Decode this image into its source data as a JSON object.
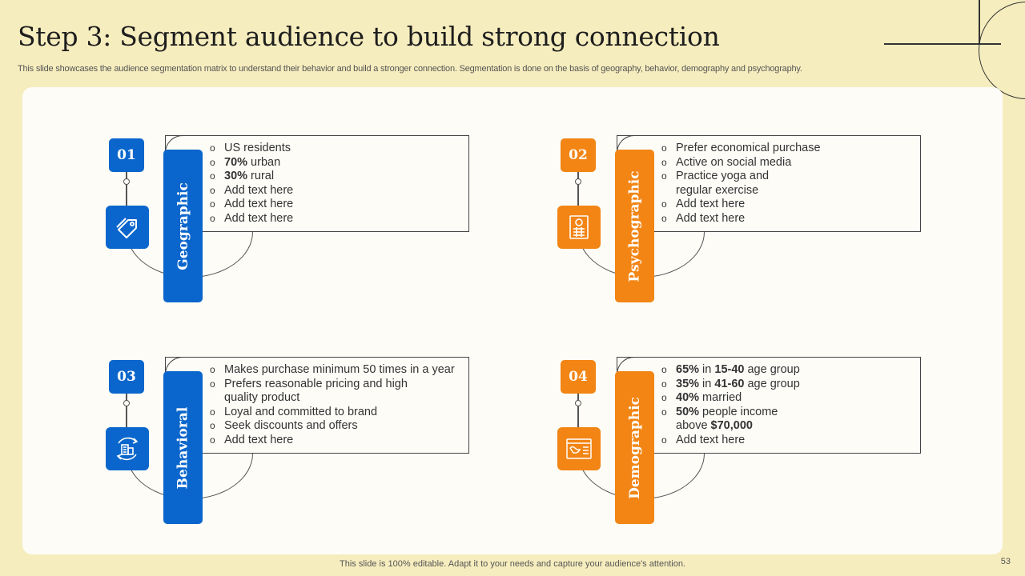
{
  "header": {
    "title": "Step 3: Segment audience to build strong connection",
    "subtitle": "This slide showcases the audience segmentation matrix to understand their behavior and build a stronger connection. Segmentation is done on the basis of geography, behavior, demography and psychography."
  },
  "segments": [
    {
      "number": "01",
      "label": "Geographic",
      "icon": "price-tag-icon",
      "color": "#0a66cc",
      "items": [
        {
          "bold": "",
          "text": "US residents"
        },
        {
          "bold": "70%",
          "text": " urban"
        },
        {
          "bold": "30%",
          "text": " rural"
        },
        {
          "bold": "",
          "text": "Add text here"
        },
        {
          "bold": "",
          "text": "Add text here"
        },
        {
          "bold": "",
          "text": "Add text here"
        }
      ]
    },
    {
      "number": "02",
      "label": "Psychographic",
      "icon": "clipboard-chart-icon",
      "color": "#f28514",
      "items": [
        {
          "text": "Prefer economical purchase"
        },
        {
          "text": "Active on social media"
        },
        {
          "text": "Practice yoga and"
        },
        {
          "text": "regular exercise",
          "cont": true
        },
        {
          "text": "Add text here"
        },
        {
          "text": "Add text here"
        }
      ]
    },
    {
      "number": "03",
      "label": "Behavioral",
      "icon": "building-cycle-icon",
      "color": "#0a66cc",
      "items": [
        {
          "text": "Makes purchase minimum 50 times in a year"
        },
        {
          "text": "Prefers reasonable pricing and high"
        },
        {
          "text": "quality product",
          "cont": true
        },
        {
          "text": "Loyal and committed to brand"
        },
        {
          "text": "Seek discounts and offers"
        },
        {
          "text": "Add text here"
        }
      ]
    },
    {
      "number": "04",
      "label": "Demographic",
      "icon": "map-document-icon",
      "color": "#f28514",
      "items": [
        {
          "parts": [
            {
              "b": "65%"
            },
            {
              "t": " in "
            },
            {
              "b": "15-40"
            },
            {
              "t": " age group"
            }
          ]
        },
        {
          "parts": [
            {
              "b": "35%"
            },
            {
              "t": " in "
            },
            {
              "b": "41-60"
            },
            {
              "t": " age group"
            }
          ]
        },
        {
          "parts": [
            {
              "b": "40%"
            },
            {
              "t": " married"
            }
          ]
        },
        {
          "parts": [
            {
              "b": "50%"
            },
            {
              "t": " people income"
            }
          ]
        },
        {
          "parts": [
            {
              "t": "above "
            },
            {
              "b": "$70,000"
            }
          ],
          "cont": true
        },
        {
          "parts": [
            {
              "t": "Add text here"
            }
          ]
        }
      ]
    }
  ],
  "footer": {
    "note": "This slide is 100% editable. Adapt it to your needs and capture your audience's attention.",
    "page_number": "53"
  }
}
